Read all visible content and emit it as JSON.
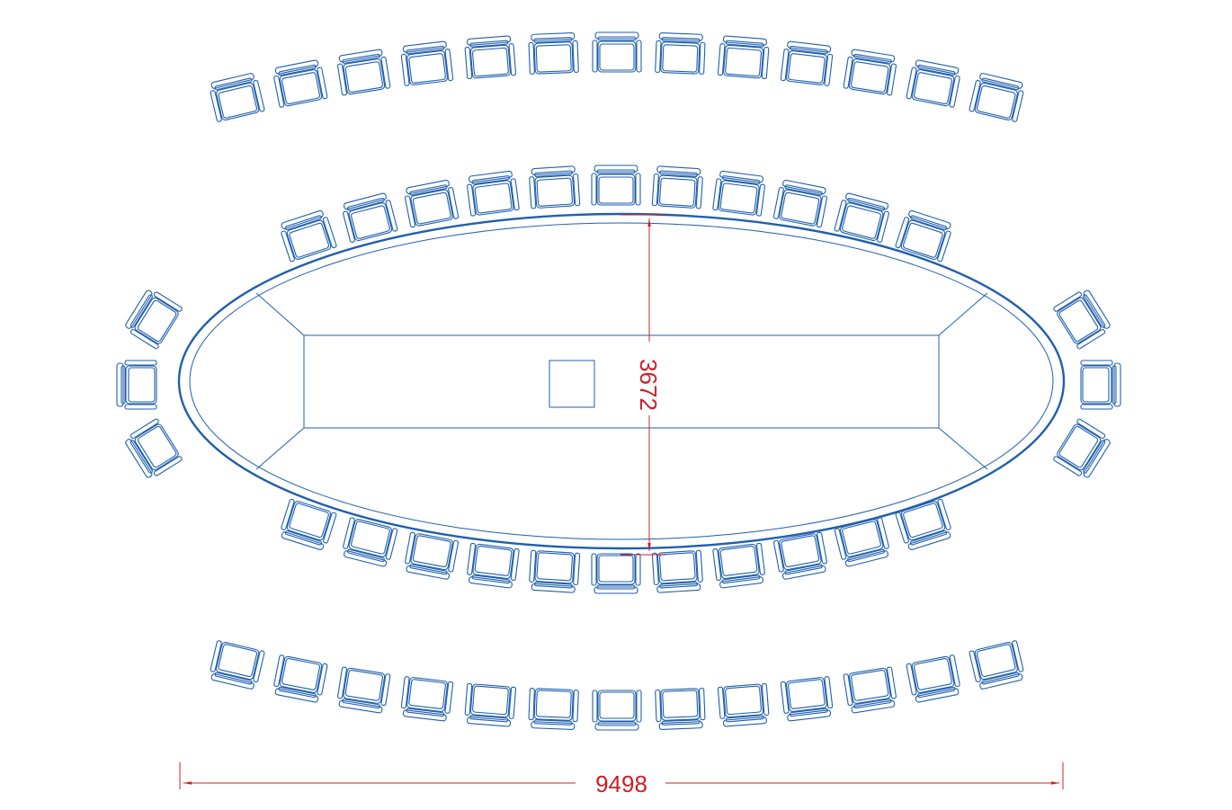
{
  "drawing": {
    "title": "",
    "dimensions": {
      "width_label": "9498",
      "height_label": "3672"
    },
    "colors": {
      "line": "#1f5fae",
      "dimension": "#cc1f24",
      "background": "#ffffff"
    },
    "seating": {
      "outer_top_row": 13,
      "inner_top_row": 11,
      "inner_bottom_row": 11,
      "outer_bottom_row": 13,
      "left_end": 3,
      "right_end": 3,
      "total": 54
    },
    "table_shape": "ellipse",
    "icons": [
      "chair-icon",
      "dimension-arrow-icon"
    ]
  }
}
